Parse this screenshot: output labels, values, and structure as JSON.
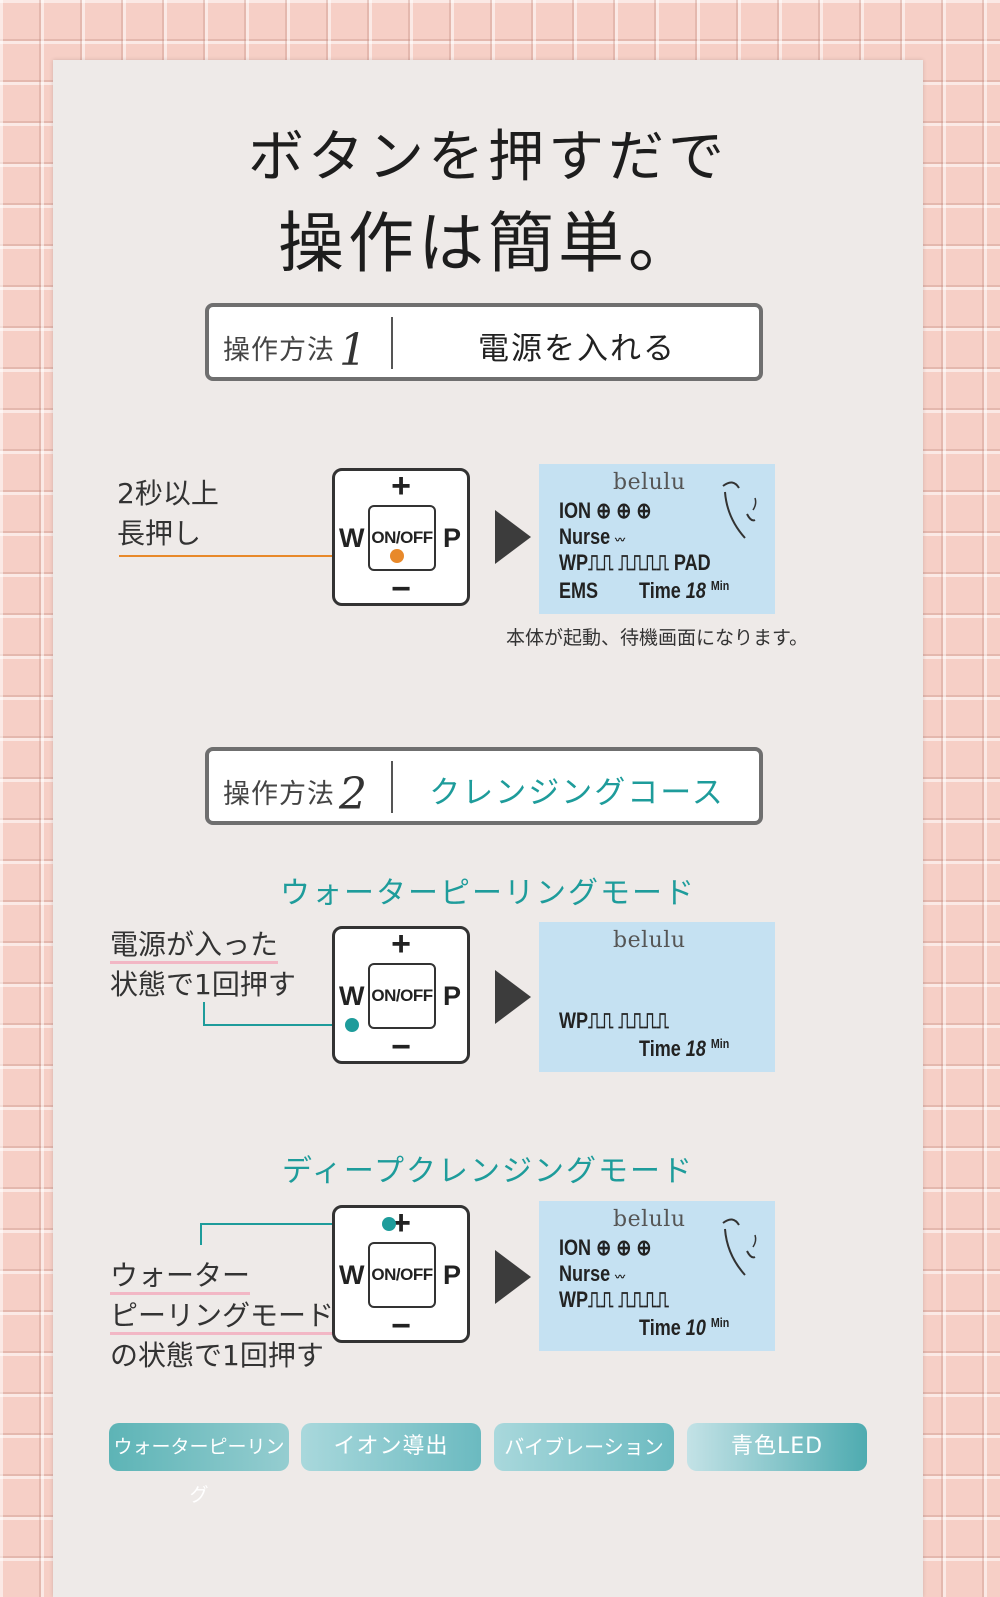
{
  "headline": {
    "line1": "ボタンを押すだで",
    "line2": "操作は簡単。"
  },
  "step_prefix": "操作方法",
  "colors": {
    "teal": "#1e9c9b",
    "orange": "#e8892a",
    "lcd_bg": "#c5e1f2",
    "pink_underline": "#f2b7c5"
  },
  "step1": {
    "number": "1",
    "title": "電源を入れる",
    "instruction_line1": "2秒以上",
    "instruction_line2": "長押し",
    "caption": "本体が起動、待機画面になります。"
  },
  "step2": {
    "number": "2",
    "title": "クレンジングコース",
    "mode1": {
      "title": "ウォーターピーリングモード",
      "instruction_line1": "電源が入った",
      "instruction_line2": "状態で1回押す"
    },
    "mode2": {
      "title": "ディープクレンジングモード",
      "instruction_line1": "ウォーター",
      "instruction_line2": "ピーリングモード",
      "instruction_line3": "の状態で1回押す"
    }
  },
  "device": {
    "plus": "+",
    "minus": "−",
    "left": "W",
    "right": "P",
    "center": "ON/OFF"
  },
  "lcd": {
    "brand": "belulu",
    "ion": "ION",
    "nurse": "Nurse",
    "wp": "WP",
    "pad": "PAD",
    "ems": "EMS",
    "time_label": "Time",
    "time_18": "18",
    "time_10": "10",
    "min": "Min"
  },
  "tags": [
    "ウォーターピーリング",
    "イオン導出",
    "バイブレーション",
    "青色LED"
  ]
}
